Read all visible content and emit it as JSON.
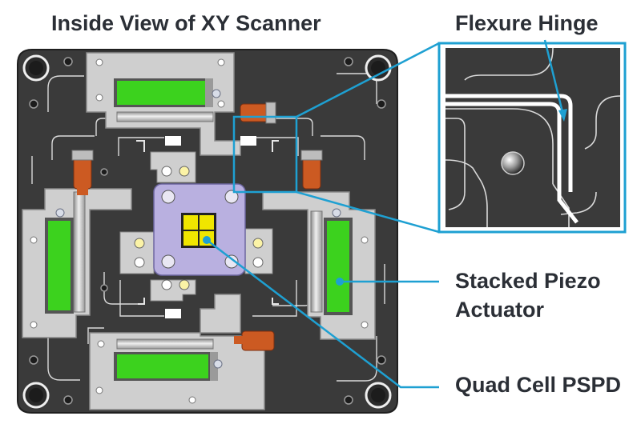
{
  "diagram": {
    "title": "Inside View of XY Scanner",
    "labels": {
      "flexure_hinge": "Flexure Hinge",
      "piezo_line1": "Stacked Piezo",
      "piezo_line2": "Actuator",
      "pspd": "Quad Cell PSPD"
    },
    "colors": {
      "body": "#3a3a3a",
      "trace": "#d9d9d9",
      "frame": "#cfcfcf",
      "piezo": "#3cd21e",
      "actuator_pin": "#cc5a22",
      "center_plate": "#b9b0e0",
      "quad_cell": "#f0e600",
      "callout": "#1ea0d2"
    }
  }
}
